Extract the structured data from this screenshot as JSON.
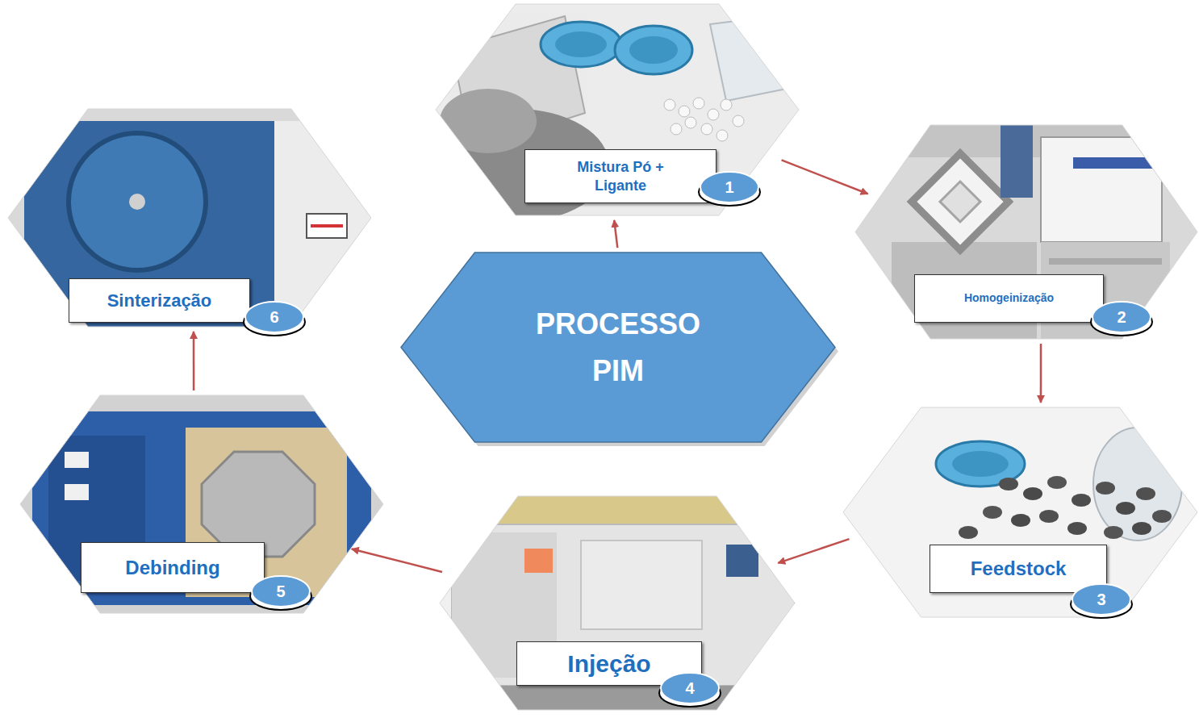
{
  "diagram": {
    "nodes": [
      {
        "text": [
          "Mistura Pó + Ligante"
        ]
      },
      {
        "text": [
          "1"
        ],
        "in": 0
      },
      {
        "text": [
          "Homogeinização"
        ]
      },
      {
        "text": [
          "2"
        ],
        "in": 2
      },
      {
        "text": [
          "Feedstock"
        ]
      },
      {
        "text": [
          "3"
        ],
        "in": 4
      },
      {
        "text": [
          "Injeção"
        ]
      },
      {
        "text": [
          "4"
        ],
        "in": 6
      },
      {
        "text": [
          "Debinding"
        ]
      },
      {
        "text": [
          "5"
        ],
        "in": 8
      },
      {
        "text": [
          "Sinterização"
        ]
      },
      {
        "text": [
          "6"
        ],
        "in": 10
      },
      {
        "text": [
          "PROCESSO PIM"
        ]
      }
    ],
    "edges": [
      {
        "from": 12,
        "to": 0,
        "arrow": "to"
      },
      {
        "from": 0,
        "to": 2,
        "arrow": "to"
      },
      {
        "from": 2,
        "to": 4,
        "arrow": "to"
      },
      {
        "from": 4,
        "to": 6,
        "arrow": "to"
      },
      {
        "from": 6,
        "to": 8,
        "arrow": "to"
      },
      {
        "from": 8,
        "to": 10,
        "arrow": "to"
      }
    ]
  }
}
